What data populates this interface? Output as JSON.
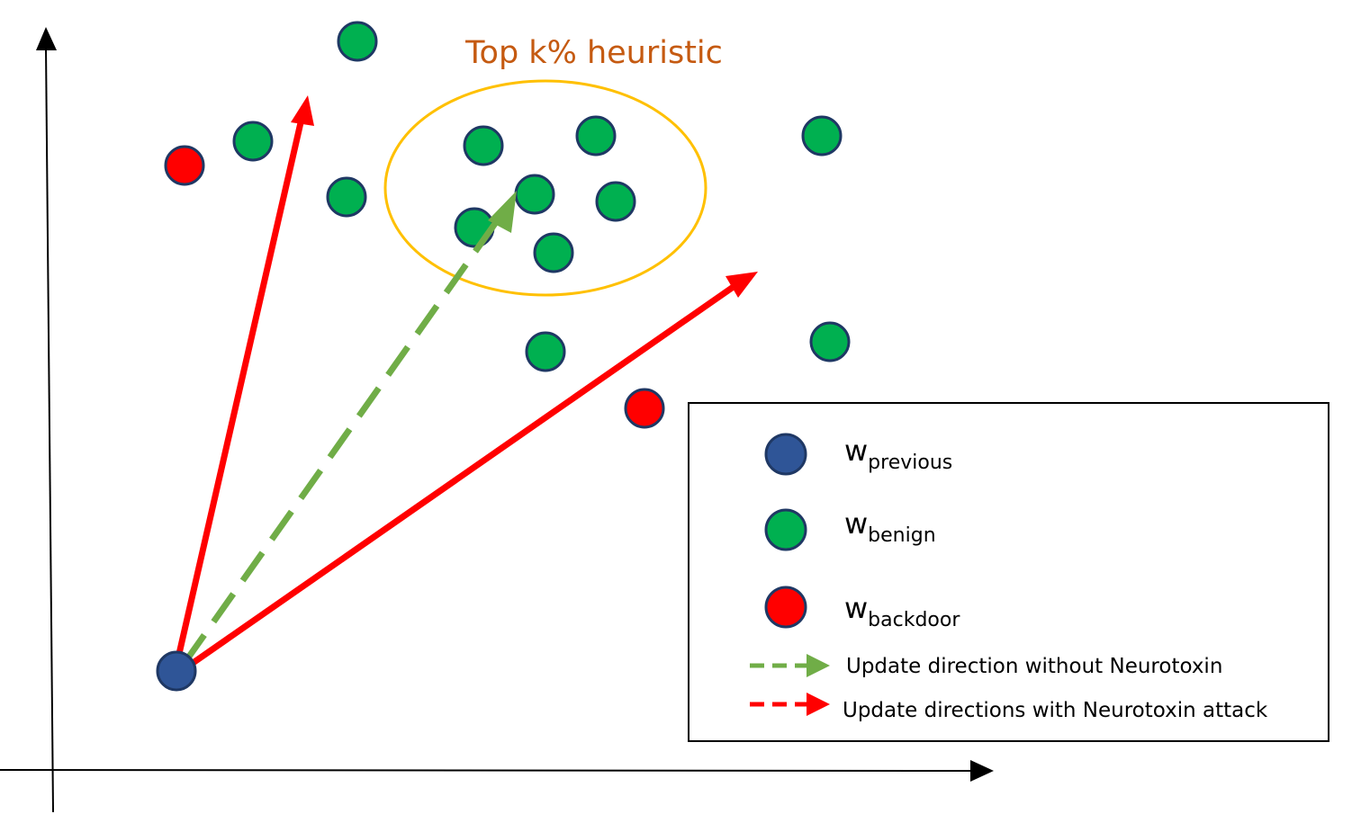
{
  "colors": {
    "benign": "#00B050",
    "backdoor": "#FF0000",
    "previous": "#2F5597",
    "outline": "#1F3864",
    "heuristic_ellipse": "#FFC000",
    "heuristic_text": "#C55A11",
    "green_arrow": "#70AD47",
    "red_arrow": "#FF0000",
    "axis": "#000000"
  },
  "heuristic_label": "Top k% heuristic",
  "legend": {
    "previous": {
      "symbol": "w",
      "subscript": "previous"
    },
    "benign": {
      "symbol": "w",
      "subscript": "benign"
    },
    "backdoor": {
      "symbol": "w",
      "subscript": "backdoor"
    },
    "green_arrow_label": "Update direction without Neurotoxin",
    "red_arrow_label": "Update directions with Neurotoxin attack"
  }
}
